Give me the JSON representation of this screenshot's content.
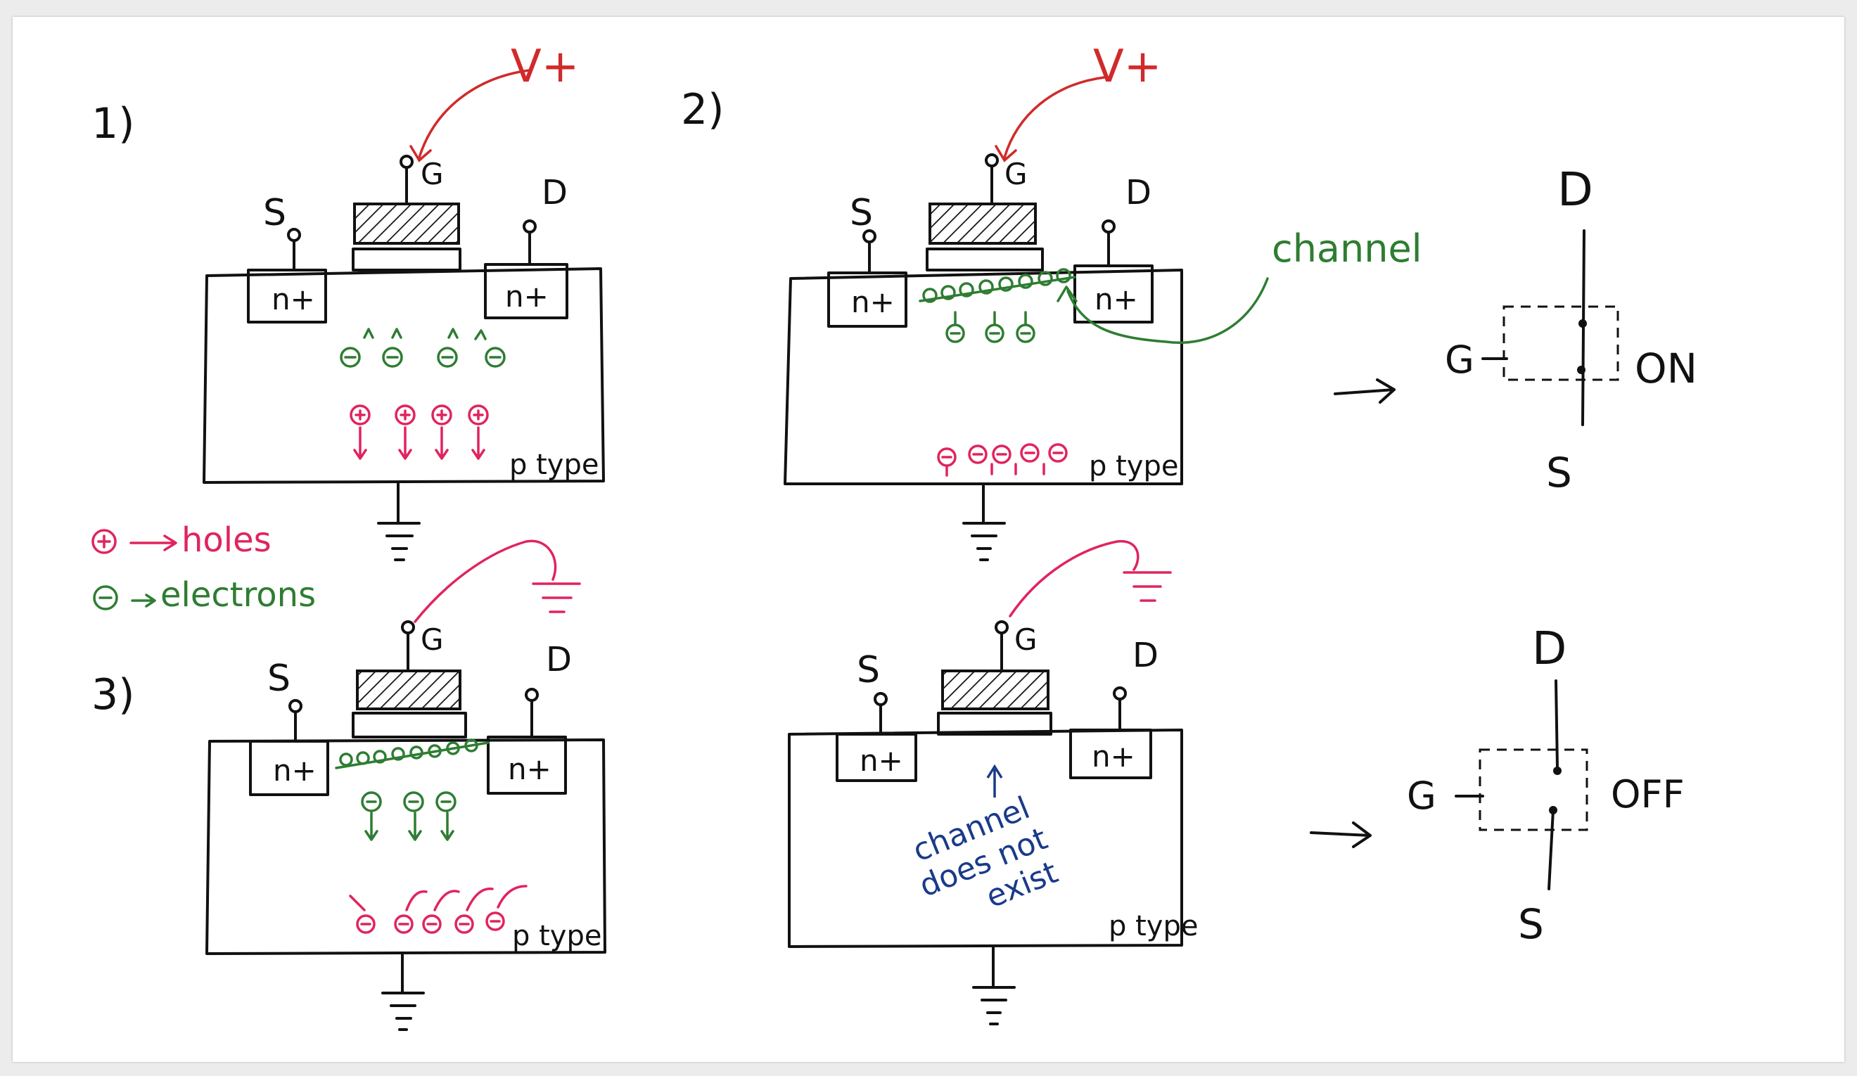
{
  "panels": [
    {
      "number": "1)",
      "voltage": "V+",
      "gate": "G",
      "source": "S",
      "drain": "D",
      "source_region": "n+",
      "drain_region": "n+",
      "substrate": "p type"
    },
    {
      "number": "2)",
      "voltage": "V+",
      "gate": "G",
      "source": "S",
      "drain": "D",
      "source_region": "n+",
      "drain_region": "n+",
      "substrate": "p type",
      "annotation": "channel"
    },
    {
      "number": "3)",
      "gate": "G",
      "source": "S",
      "drain": "D",
      "source_region": "n+",
      "drain_region": "n+",
      "substrate": "p type"
    },
    {
      "gate": "G",
      "source": "S",
      "drain": "D",
      "source_region": "n+",
      "drain_region": "n+",
      "substrate": "p type",
      "note_line1": "channel",
      "note_line2": "does not",
      "note_line3": "exist"
    }
  ],
  "legend": {
    "holes": "holes",
    "electrons": "electrons"
  },
  "switches": [
    {
      "drain": "D",
      "gate": "G",
      "source": "S",
      "state": "ON"
    },
    {
      "drain": "D",
      "gate": "G",
      "source": "S",
      "state": "OFF"
    }
  ],
  "colors": {
    "electrons": "#2e7d32",
    "holes": "#e0245e",
    "voltage": "#d12a2a",
    "note": "#1a3a8a",
    "ink": "#111111"
  }
}
